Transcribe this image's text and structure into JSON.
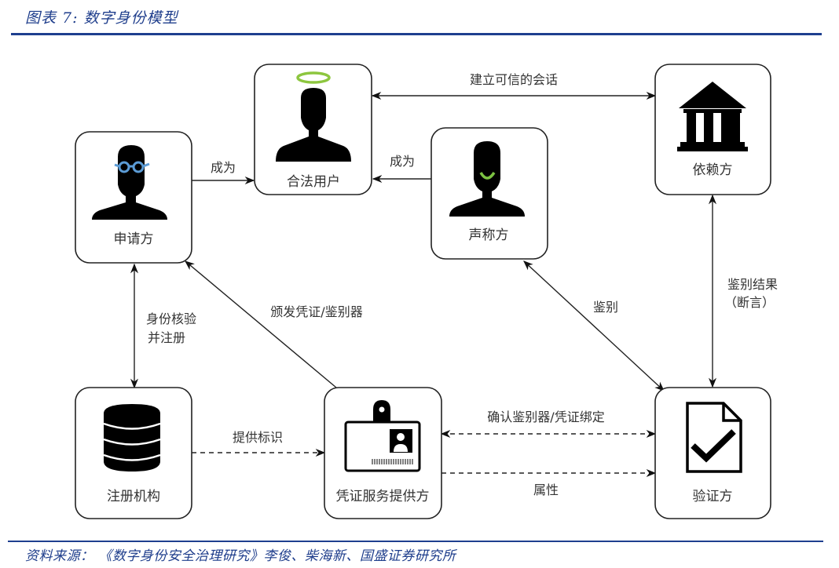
{
  "figure": {
    "title": "图表 7:  数字身份模型",
    "source": "资料来源：  《数字身份安全治理研究》李俊、柴海新、国盛证券研究所"
  },
  "colors": {
    "accent_blue": "#1e3f8f",
    "halo_green": "#8dc63f",
    "glasses_blue": "#5b9bd5",
    "smile_green": "#7cc242"
  },
  "nodes": {
    "legit_user": {
      "label": "合法用户",
      "icon": "user-halo-icon"
    },
    "applicant": {
      "label": "申请方",
      "icon": "user-glasses-icon"
    },
    "claimant": {
      "label": "声称方",
      "icon": "user-smile-icon"
    },
    "relying_party": {
      "label": "依赖方",
      "icon": "bank-building-icon"
    },
    "registry": {
      "label": "注册机构",
      "icon": "database-icon"
    },
    "csp": {
      "label": "凭证服务提供方",
      "icon": "id-badge-icon"
    },
    "verifier": {
      "label": "验证方",
      "icon": "document-check-icon"
    }
  },
  "edges": {
    "applicant_to_user": {
      "label": "成为"
    },
    "claimant_to_user": {
      "label": "成为"
    },
    "trusted_session": {
      "label": "建立可信的会话"
    },
    "identity_proofing": {
      "line1": "身份核验",
      "line2": "并注册"
    },
    "issue_credential": {
      "label": "颁发凭证/鉴别器"
    },
    "authenticate": {
      "label": "鉴别"
    },
    "auth_result": {
      "line1": "鉴别结果",
      "line2": "（断言）"
    },
    "provide_id": {
      "label": "提供标识"
    },
    "confirm_binding": {
      "label": "确认鉴别器/凭证绑定"
    },
    "attributes": {
      "label": "属性"
    }
  }
}
